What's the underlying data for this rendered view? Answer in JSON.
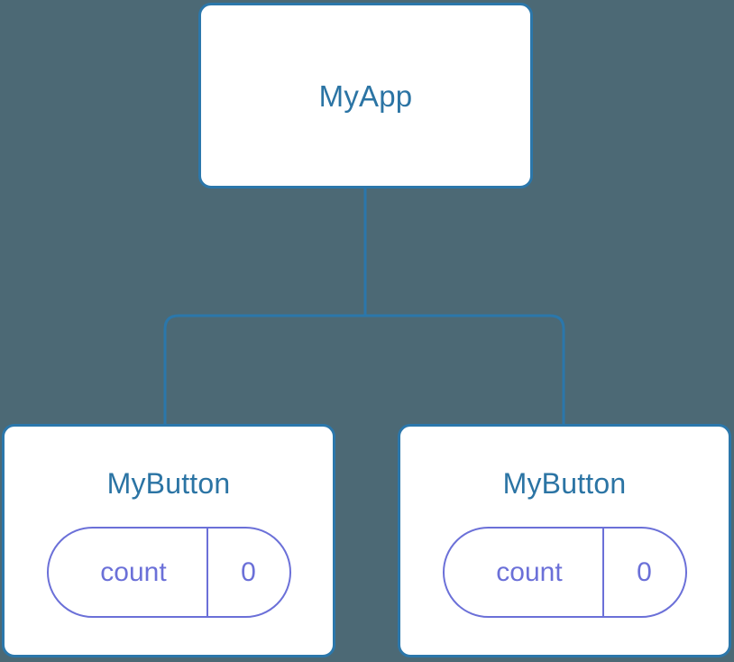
{
  "diagram": {
    "type": "component-tree",
    "background_color": "#4c6975",
    "node_fill_color": "#ffffff",
    "node_border_color": "#2b77ab",
    "node_text_color": "#2b74a4",
    "state_pill_color": "#6b70d8",
    "edge_color": "#2b77ab",
    "root": {
      "id": "root",
      "label": "MyApp"
    },
    "children": [
      {
        "id": "child-0",
        "label": "MyButton",
        "state": {
          "key": "count",
          "value": "0"
        }
      },
      {
        "id": "child-1",
        "label": "MyButton",
        "state": {
          "key": "count",
          "value": "0"
        }
      }
    ]
  }
}
